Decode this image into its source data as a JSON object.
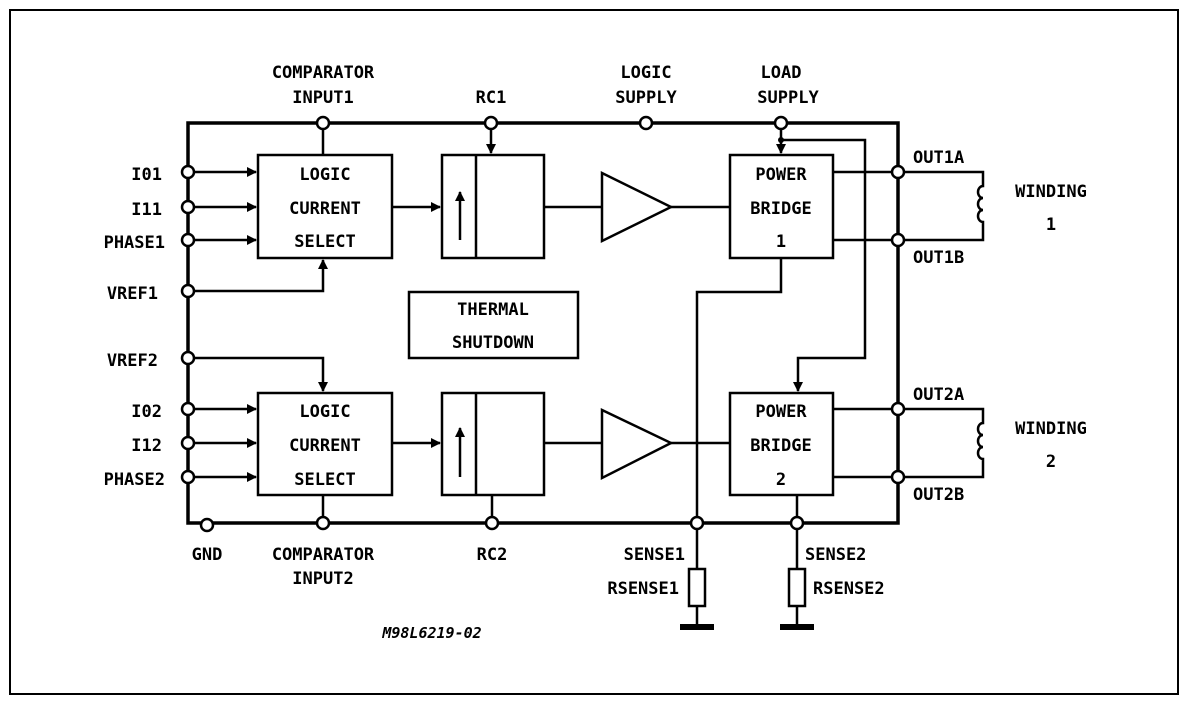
{
  "diagram": {
    "top_pins": {
      "comparator_input1": [
        "COMPARATOR",
        "INPUT1"
      ],
      "rc1": "RC1",
      "logic_supply": [
        "LOGIC",
        "SUPPLY"
      ],
      "load_supply": [
        "LOAD",
        "SUPPLY"
      ]
    },
    "left_pins": [
      "I01",
      "I11",
      "PHASE1",
      "VREF1",
      "VREF2",
      "I02",
      "I12",
      "PHASE2"
    ],
    "bottom_pins": {
      "gnd": "GND",
      "comparator_input2": [
        "COMPARATOR",
        "INPUT2"
      ],
      "rc2": "RC2",
      "sense1": "SENSE1",
      "sense2": "SENSE2"
    },
    "resistors": [
      "RSENSE1",
      "RSENSE2"
    ],
    "right_pins": [
      "OUT1A",
      "OUT1B",
      "OUT2A",
      "OUT2B"
    ],
    "windings": [
      [
        "WINDING",
        "1"
      ],
      [
        "WINDING",
        "2"
      ]
    ],
    "blocks": {
      "logic_current_select": [
        "LOGIC",
        "CURRENT",
        "SELECT"
      ],
      "power_bridge_1": [
        "POWER",
        "BRIDGE",
        "1"
      ],
      "power_bridge_2": [
        "POWER",
        "BRIDGE",
        "2"
      ],
      "thermal_shutdown": [
        "THERMAL",
        "SHUTDOWN"
      ]
    },
    "figure_code": "M98L6219-02"
  }
}
